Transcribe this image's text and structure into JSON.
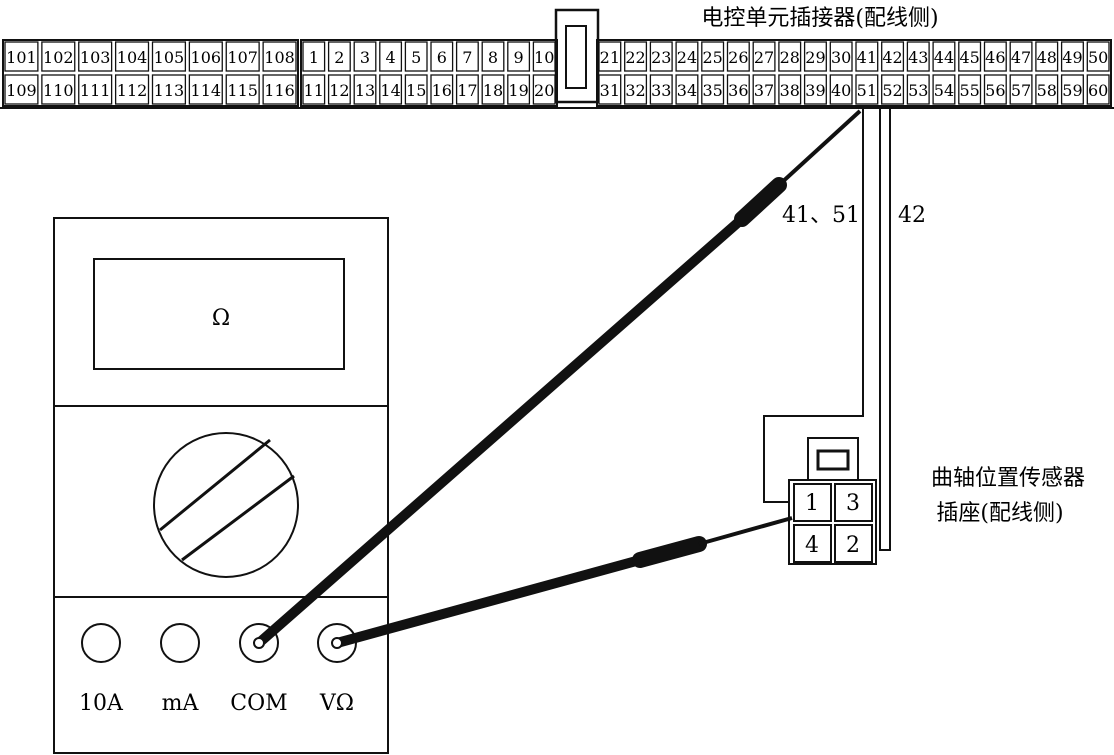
{
  "connector_title": "电控单元插接器(配线侧)",
  "ecu_pins": {
    "block_a_top": [
      "101",
      "102",
      "103",
      "104",
      "105",
      "106",
      "107",
      "108"
    ],
    "block_a_bottom": [
      "109",
      "110",
      "111",
      "112",
      "113",
      "114",
      "115",
      "116"
    ],
    "block_b_top": [
      "1",
      "2",
      "3",
      "4",
      "5",
      "6",
      "7",
      "8",
      "9",
      "10"
    ],
    "block_b_bottom": [
      "11",
      "12",
      "13",
      "14",
      "15",
      "16",
      "17",
      "18",
      "19",
      "20"
    ],
    "block_c_top": [
      "21",
      "22",
      "23",
      "24",
      "25",
      "26",
      "27",
      "28",
      "29",
      "30",
      "41",
      "42",
      "43",
      "44",
      "45",
      "46",
      "47",
      "48",
      "49",
      "50"
    ],
    "block_c_bottom": [
      "31",
      "32",
      "33",
      "34",
      "35",
      "36",
      "37",
      "38",
      "39",
      "40",
      "51",
      "52",
      "53",
      "54",
      "55",
      "56",
      "57",
      "58",
      "59",
      "60"
    ]
  },
  "wire_labels": {
    "probe_pins": "41、51",
    "wire_42": "42"
  },
  "multimeter": {
    "display": "Ω",
    "terminals": [
      "10A",
      "mA",
      "COM",
      "VΩ"
    ]
  },
  "sensor": {
    "title_line1": "曲轴位置传感器",
    "title_line2": "插座(配线侧)",
    "pins": [
      "1",
      "3",
      "4",
      "2"
    ]
  }
}
